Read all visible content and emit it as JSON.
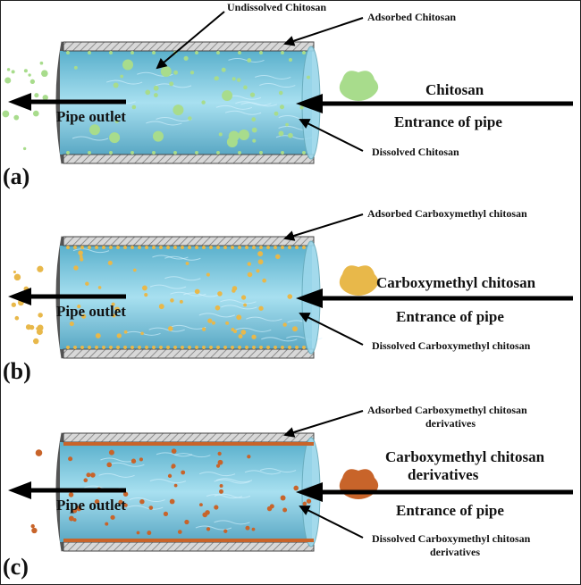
{
  "colors": {
    "water": "#7fc8e0",
    "chitosan": "#a8dc8c",
    "cmc": "#e8b84a",
    "derivative": "#c8642a"
  },
  "panels": [
    {
      "tag": "(a)",
      "outlet": "Pipe outlet",
      "entrance": "Entrance of pipe",
      "material": [
        "Chitosan"
      ],
      "adsorbed": [
        "Adsorbed Chitosan"
      ],
      "dissolved": [
        "Dissolved  Chitosan"
      ],
      "undissolved": "Undissolved Chitosan"
    },
    {
      "tag": "(b)",
      "outlet": "Pipe outlet",
      "entrance": "Entrance of pipe",
      "material": [
        "Carboxymethyl chitosan"
      ],
      "adsorbed": [
        "Adsorbed Carboxymethyl chitosan"
      ],
      "dissolved": [
        "Dissolved  Carboxymethyl chitosan"
      ]
    },
    {
      "tag": "(c)",
      "outlet": "Pipe outlet",
      "entrance": "Entrance of pipe",
      "material": [
        "Carboxymethyl chitosan",
        "derivatives"
      ],
      "adsorbed": [
        "Adsorbed Carboxymethyl chitosan",
        "derivatives"
      ],
      "dissolved": [
        "Dissolved  Carboxymethyl chitosan",
        "derivatives"
      ]
    }
  ]
}
